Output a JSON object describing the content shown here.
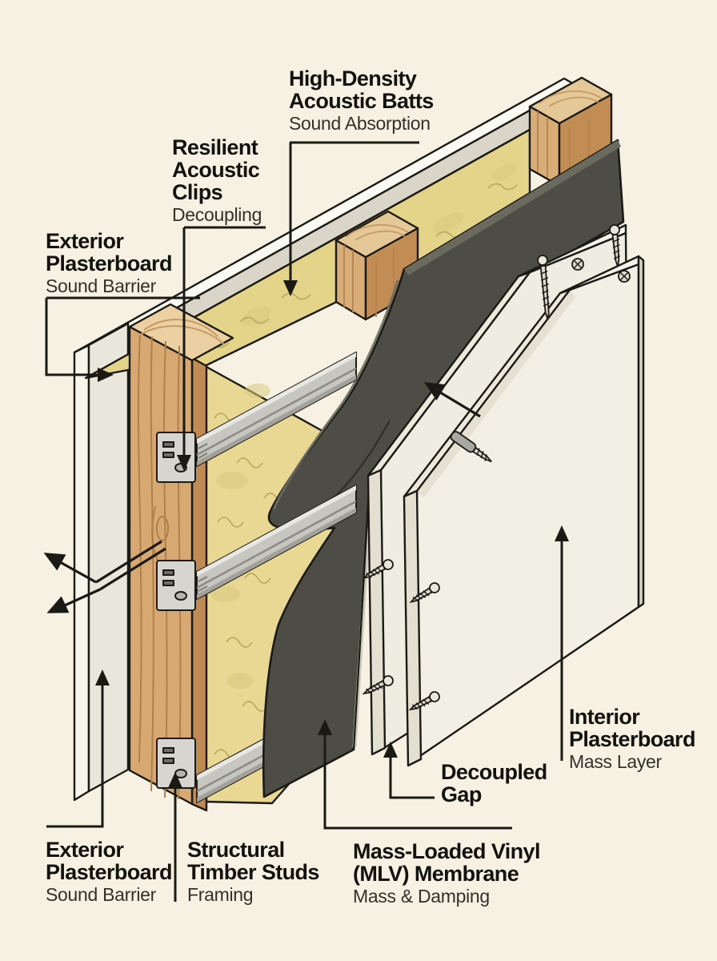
{
  "figure": {
    "type": "technical-diagram",
    "subject": "Soundproofed timber wall assembly cutaway (isometric)",
    "components": [
      "Exterior Plasterboard",
      "Structural Timber Studs",
      "High-Density Acoustic Batts",
      "Resilient Acoustic Clips",
      "Mass-Loaded Vinyl Membrane",
      "Decoupled Gap",
      "Interior Plasterboard"
    ]
  },
  "palette": {
    "background": "#f6f1e2",
    "outline": "#1c1a15",
    "plasterboard_face": "#e9e7db",
    "plasterboard_bright": "#fbfaf2",
    "wood_face": "#d8a872",
    "wood_end_grain": "#ead0a2",
    "insulation": "#e4d489",
    "metal_channel": "#c7c6c0",
    "mlv_membrane": "#4e4d45",
    "interior_panel": "#f2efe5"
  },
  "labels": {
    "batts": {
      "lines": [
        "High-Density",
        "Acoustic Batts"
      ],
      "sub": "Sound Absorption"
    },
    "clips": {
      "lines": [
        "Resilient",
        "Acoustic",
        "Clips"
      ],
      "sub": "Decoupling"
    },
    "exterior_top": {
      "lines": [
        "Exterior",
        "Plasterboard"
      ],
      "sub": "Sound Barrier"
    },
    "exterior_bottom": {
      "lines": [
        "Exterior",
        "Plasterboard"
      ],
      "sub": "Sound Barrier"
    },
    "studs": {
      "lines": [
        "Structural",
        "Timber Studs"
      ],
      "sub": "Framing"
    },
    "mlv": {
      "lines": [
        "Mass-Loaded Vinyl",
        "(MLV) Membrane"
      ],
      "sub": "Mass & Damping"
    },
    "gap": {
      "lines": [
        "Decoupled",
        "Gap"
      ],
      "sub": ""
    },
    "interior": {
      "lines": [
        "Interior",
        "Plasterboard"
      ],
      "sub": "Mass Layer"
    }
  }
}
